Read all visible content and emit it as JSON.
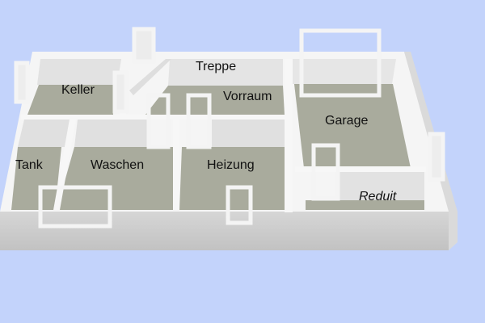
{
  "colors": {
    "background": "#c3d3fb",
    "floor": "#a9ab9d",
    "wall_top": "#f6f6f6",
    "wall_face": "#dcdcdc",
    "front_face": "#c9c9c9"
  },
  "rooms": [
    {
      "id": "keller",
      "label": "Keller"
    },
    {
      "id": "treppe",
      "label": "Treppe"
    },
    {
      "id": "vorraum",
      "label": "Vorraum"
    },
    {
      "id": "garage",
      "label": "Garage"
    },
    {
      "id": "tank",
      "label": "Tank"
    },
    {
      "id": "waschen",
      "label": "Waschen"
    },
    {
      "id": "heizung",
      "label": "Heizung"
    },
    {
      "id": "reduit",
      "label": "Reduit"
    }
  ]
}
